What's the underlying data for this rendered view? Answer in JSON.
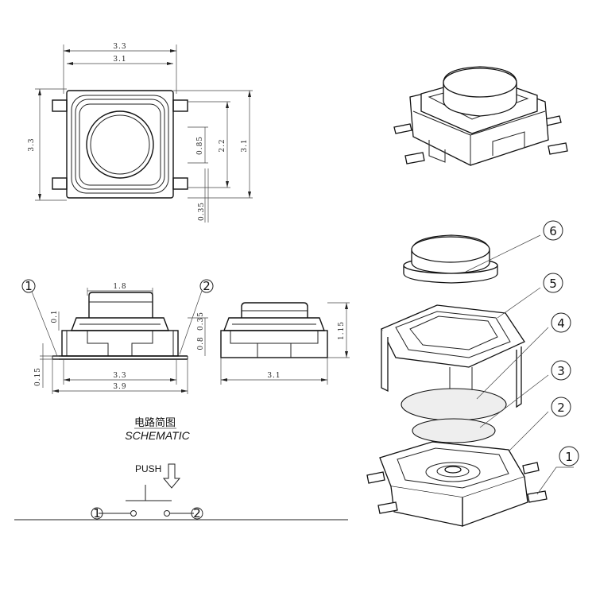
{
  "top_view": {
    "dim_width_outer": "3.3",
    "dim_width_inner": "3.1",
    "dim_height_left": "3.3",
    "dim_pitch": "0.85",
    "dim_span": "2.2",
    "dim_height_right": "3.1",
    "dim_lead": "0.35"
  },
  "side_view": {
    "dim_cap": "1.8",
    "dim_step": "0.1",
    "dim_body": "0.8",
    "dim_lead_h": "0.35",
    "dim_foot": "0.15",
    "dim_body_w": "3.3",
    "dim_total_w": "3.9",
    "marker_left": "1",
    "marker_right": "2"
  },
  "end_view": {
    "dim_height": "1.15",
    "dim_width": "3.1"
  },
  "schematic": {
    "title_cn": "电路简图",
    "title_en": "SCHEMATIC",
    "push_label": "PUSH",
    "pin_left": "1",
    "pin_right": "2"
  },
  "exploded": {
    "callouts": [
      "6",
      "5",
      "4",
      "3",
      "2",
      "1"
    ]
  }
}
